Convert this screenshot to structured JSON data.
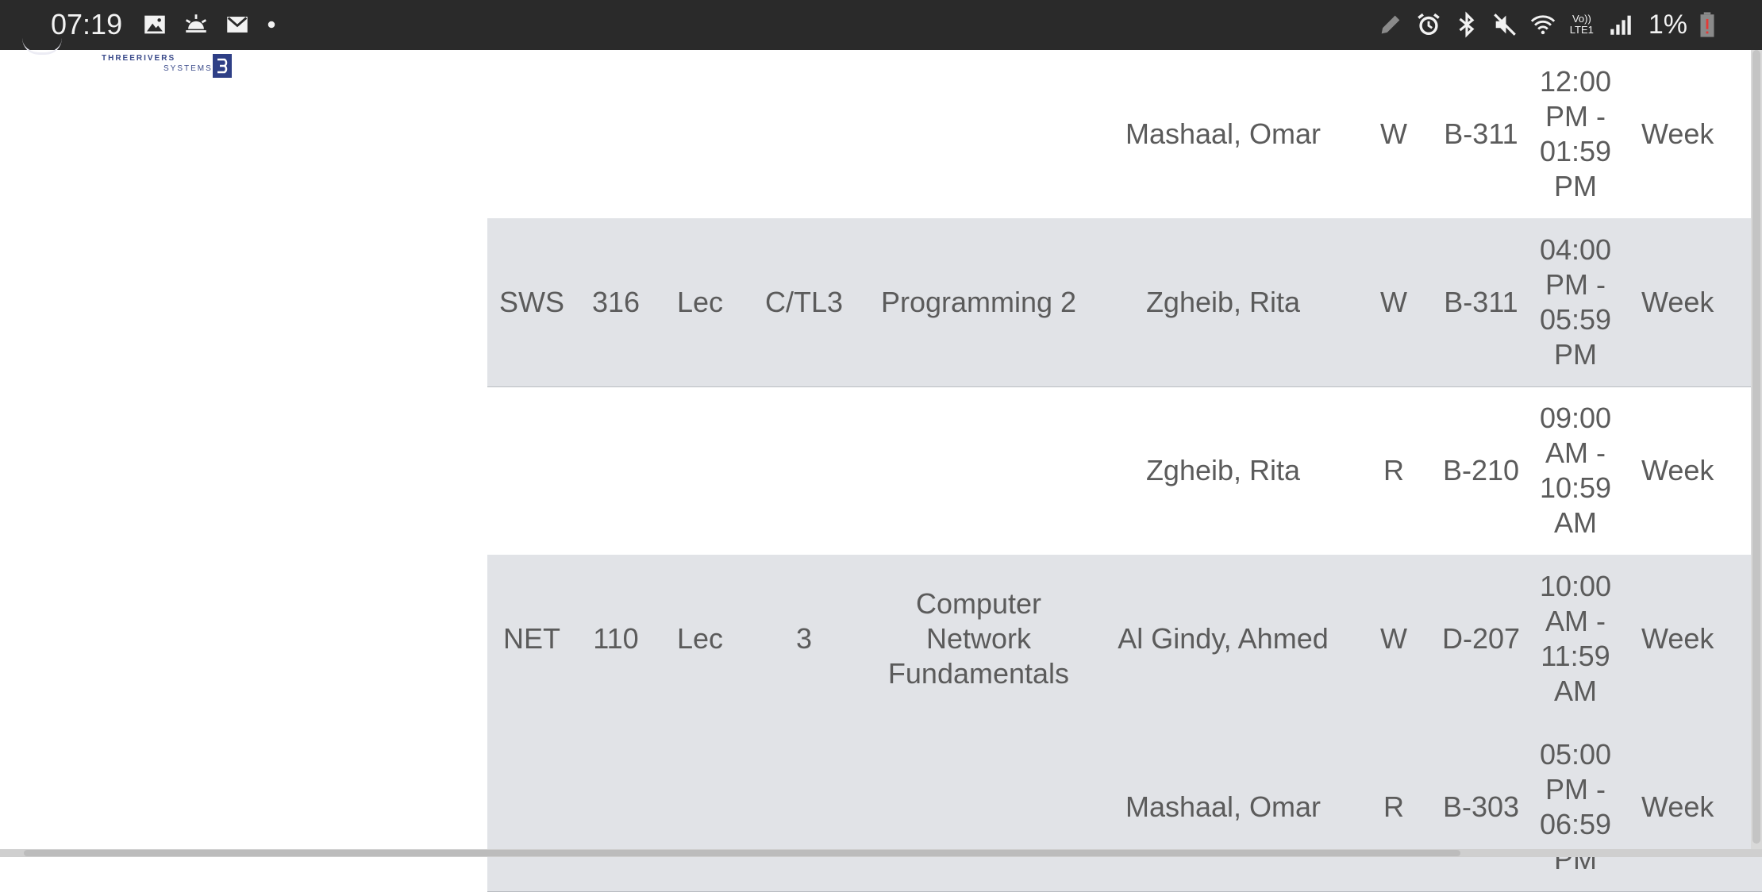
{
  "status_bar": {
    "time": "07:19",
    "battery_text": "1%",
    "left_icons": [
      "image-icon",
      "weather-icon",
      "mail-icon",
      "dot-icon"
    ],
    "right_icons": [
      "pencil-icon",
      "alarm-icon",
      "bluetooth-icon",
      "mute-icon",
      "wifi-icon",
      "volte-icon",
      "signal-icon",
      "battery-low-icon"
    ],
    "volte_label": "Vo)) LTE1"
  },
  "logo": {
    "line1": "THREERIVERS",
    "line2": "SYSTEMS"
  },
  "schedule": {
    "rows": [
      {
        "subject": "",
        "number": "",
        "type": "",
        "credits": "",
        "title": "",
        "instructor": "Mashaal, Omar",
        "day": "W",
        "room": "B-311",
        "time": "12:00 PM - 01:59 PM",
        "weeks": "Week"
      },
      {
        "subject": "SWS",
        "number": "316",
        "type": "Lec",
        "credits": "C/TL3",
        "title": "Programming 2",
        "instructor": "Zgheib, Rita",
        "day": "W",
        "room": "B-311",
        "time": "04:00 PM - 05:59 PM",
        "weeks": "Week"
      },
      {
        "subject": "",
        "number": "",
        "type": "",
        "credits": "",
        "title": "",
        "instructor": "Zgheib, Rita",
        "day": "R",
        "room": "B-210",
        "time": "09:00 AM - 10:59 AM",
        "weeks": "Week"
      },
      {
        "subject": "NET",
        "number": "110",
        "type": "Lec",
        "credits": "3",
        "title": "Computer Network Fundamentals",
        "instructor": "Al Gindy, Ahmed",
        "day": "W",
        "room": "D-207",
        "time": "10:00 AM - 11:59 AM",
        "weeks": "Week"
      },
      {
        "subject": "",
        "number": "",
        "type": "",
        "credits": "",
        "title": "",
        "instructor": "Mashaal, Omar",
        "day": "R",
        "room": "B-303",
        "time": "05:00 PM - 06:59 PM",
        "weeks": "Week"
      }
    ]
  },
  "colors": {
    "status_bar_bg": "#2a2a2a",
    "row_alt_bg": "#e1e3e7",
    "text": "#5b5b5b",
    "logo_blue": "#3a4a8a"
  }
}
